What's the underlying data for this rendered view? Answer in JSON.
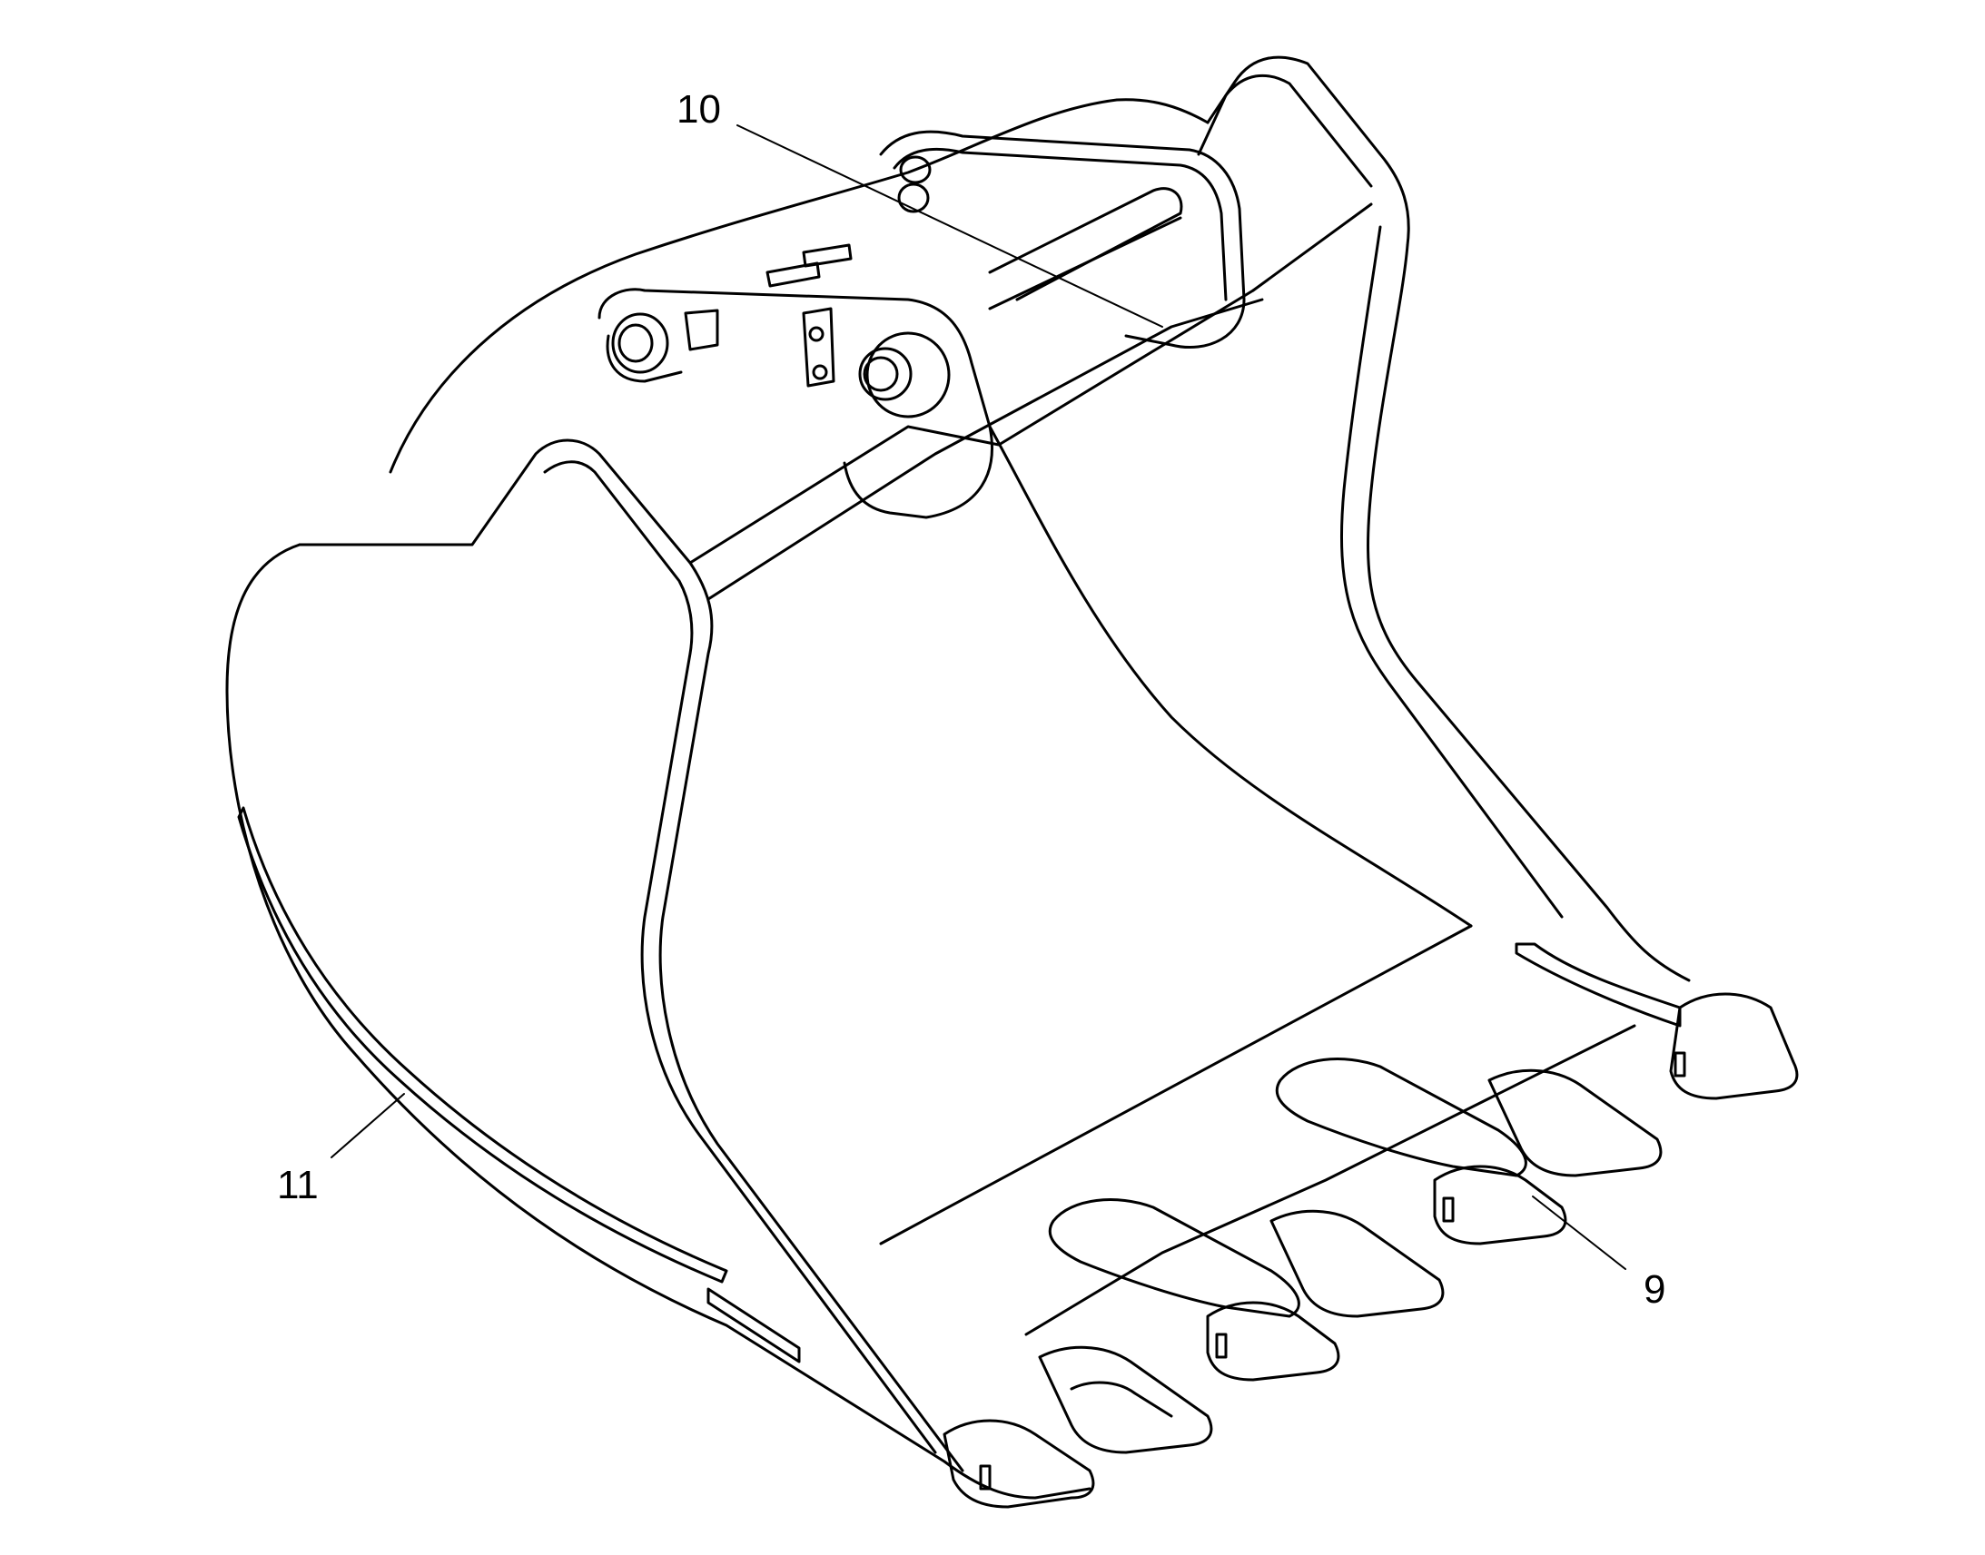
{
  "callouts": [
    {
      "id": "10",
      "label": "10"
    },
    {
      "id": "11",
      "label": "11"
    },
    {
      "id": "9",
      "label": "9"
    }
  ],
  "style": {
    "stroke": "#000000",
    "background": "#ffffff"
  }
}
